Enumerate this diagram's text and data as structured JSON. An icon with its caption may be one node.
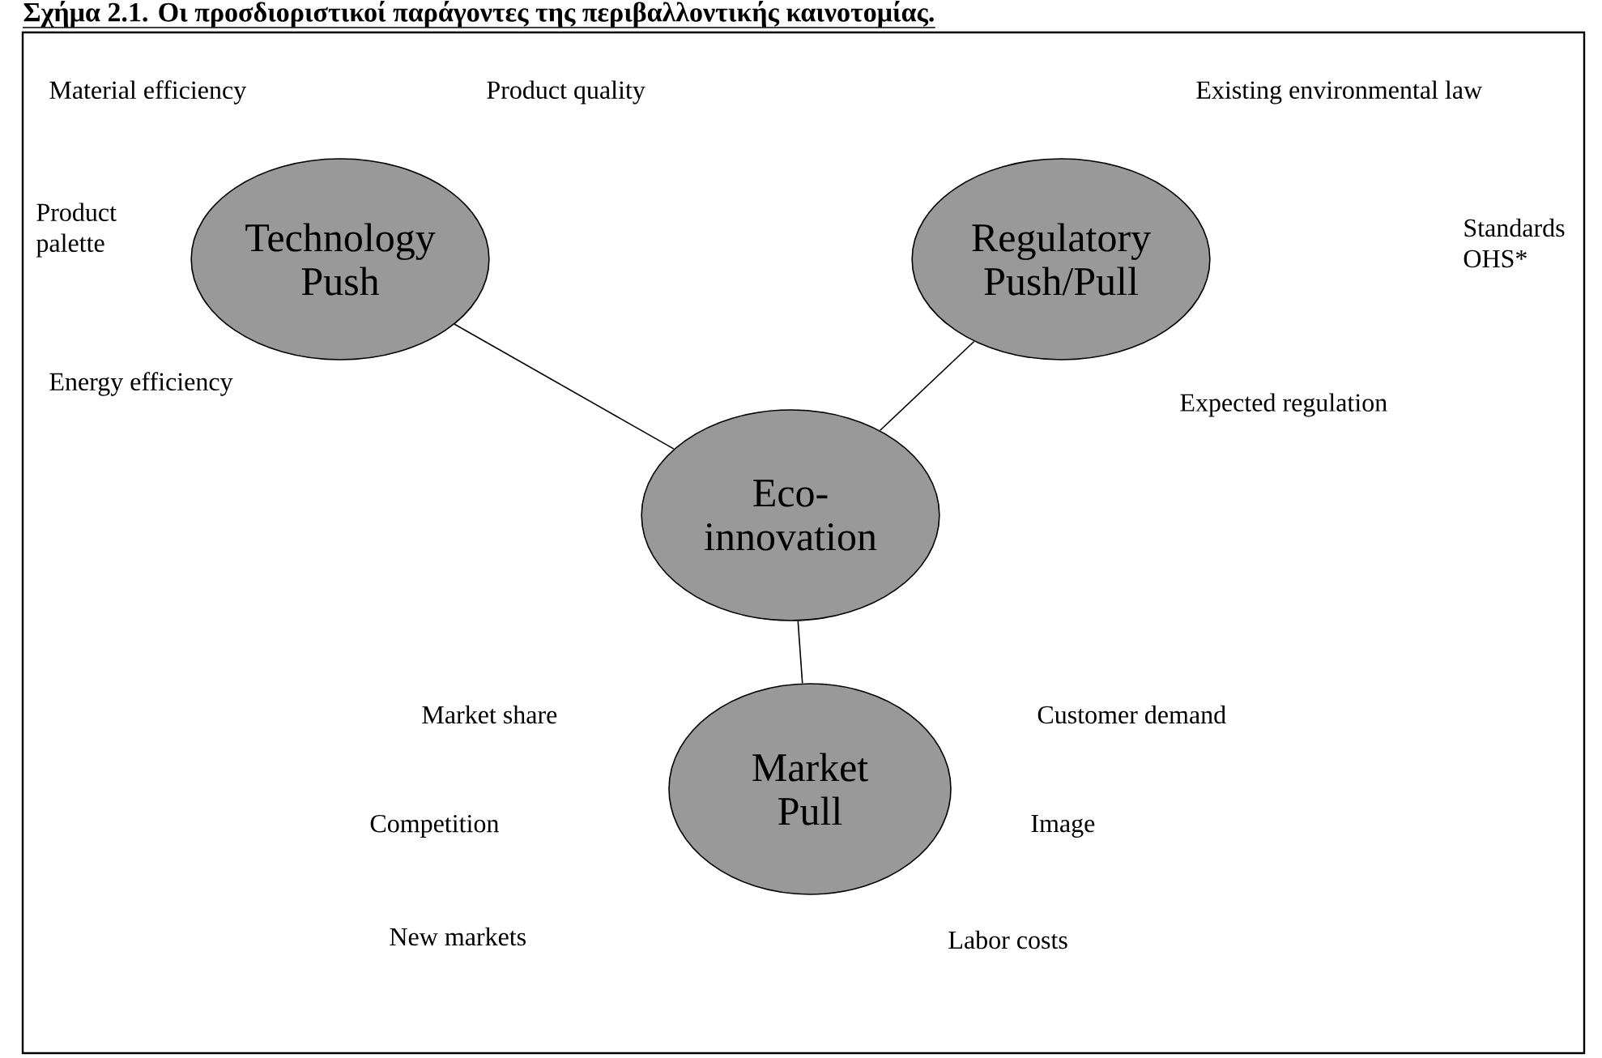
{
  "diagram": {
    "title": "Σχήμα 2.1. Οι προσδιοριστικοί παράγοντες της περιβαλλοντικής καινοτομίας.",
    "nodes": [
      {
        "text": [
          "Technology Push"
        ]
      },
      {
        "text": [
          "Regulatory Push/Pull"
        ]
      },
      {
        "text": [
          "Eco-innovation"
        ]
      },
      {
        "text": [
          "Market Pull"
        ]
      }
    ],
    "edges": [
      {
        "from": 0,
        "to": 2,
        "arrow": "none"
      },
      {
        "from": 1,
        "to": 2,
        "arrow": "none"
      },
      {
        "from": 2,
        "to": 3,
        "arrow": "none"
      }
    ],
    "labels": [
      "Material efficiency",
      "Product quality",
      "Existing environmental law",
      "Product palette",
      "Standards OHS*",
      "Energy efficiency",
      "Expected regulation",
      "Market share",
      "Customer demand",
      "Competition",
      "Image",
      "New markets",
      "Labor costs"
    ]
  }
}
